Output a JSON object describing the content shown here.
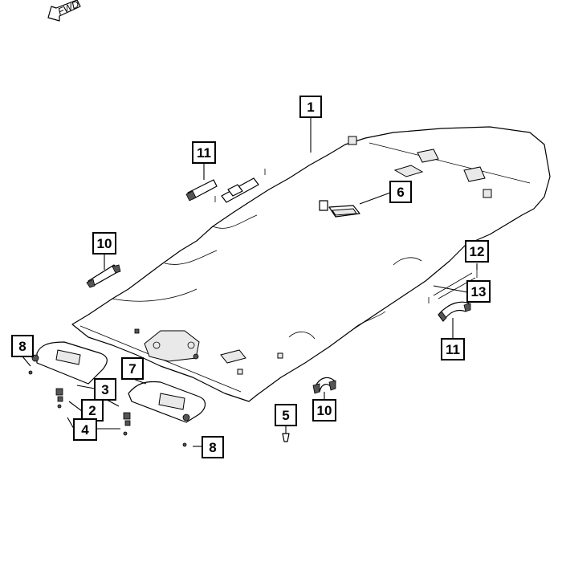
{
  "direction_label": "FWD",
  "callouts": [
    {
      "id": "c1",
      "label": "1"
    },
    {
      "id": "c6",
      "label": "6"
    },
    {
      "id": "c11a",
      "label": "11"
    },
    {
      "id": "c10a",
      "label": "10"
    },
    {
      "id": "c12",
      "label": "12"
    },
    {
      "id": "c13",
      "label": "13"
    },
    {
      "id": "c11b",
      "label": "11"
    },
    {
      "id": "c8a",
      "label": "8"
    },
    {
      "id": "c7",
      "label": "7"
    },
    {
      "id": "c3",
      "label": "3"
    },
    {
      "id": "c2",
      "label": "2"
    },
    {
      "id": "c4",
      "label": "4"
    },
    {
      "id": "c5",
      "label": "5"
    },
    {
      "id": "c10b",
      "label": "10"
    },
    {
      "id": "c8b",
      "label": "8"
    }
  ],
  "colors": {
    "line": "#000000",
    "background": "#ffffff",
    "shade": "#e9e9e9"
  }
}
